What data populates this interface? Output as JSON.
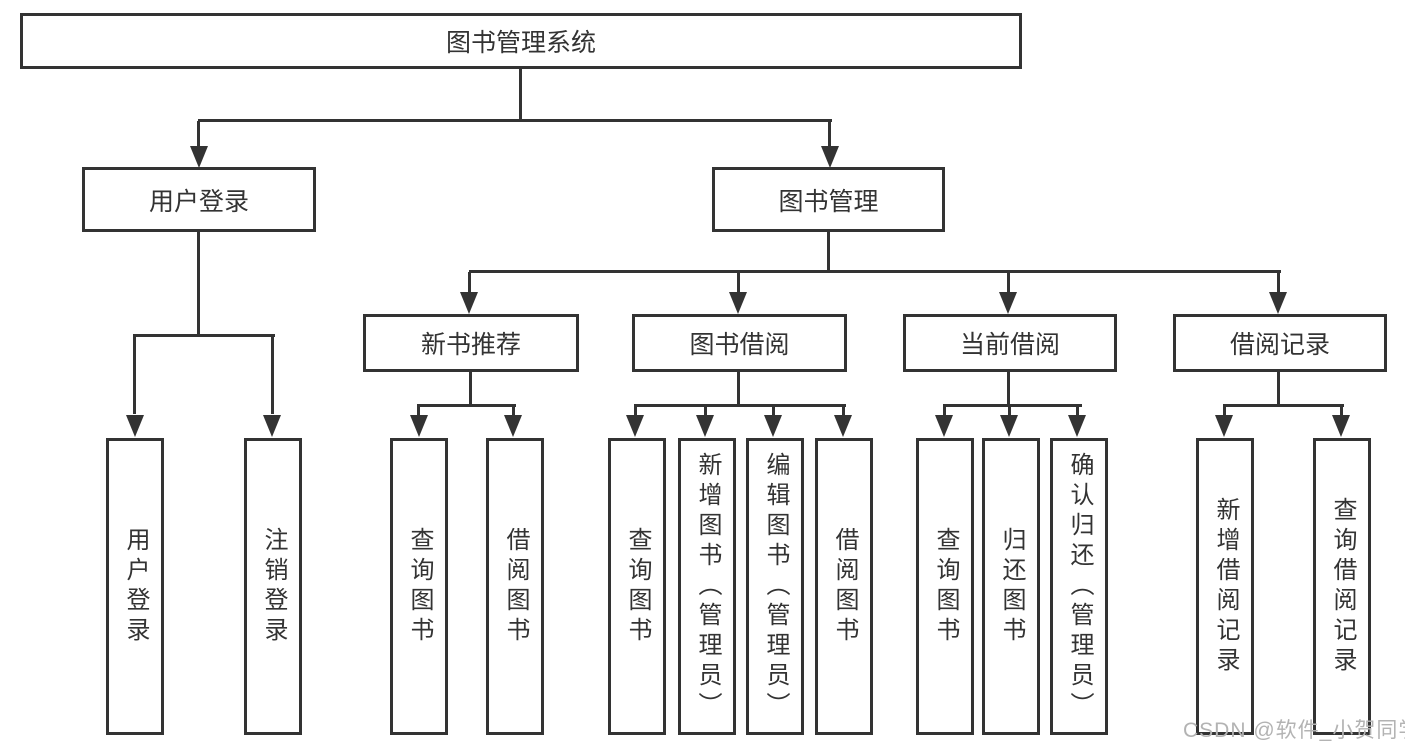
{
  "diagram": {
    "root_label": "图书管理系统",
    "branches": [
      {
        "label": "用户登录",
        "children": [
          "用户登录",
          "注销登录"
        ]
      },
      {
        "label": "图书管理",
        "groups": [
          {
            "label": "新书推荐",
            "children": [
              "查询图书",
              "借阅图书"
            ]
          },
          {
            "label": "图书借阅",
            "children": [
              "查询图书",
              "新增图书（管理员）",
              "编辑图书（管理员）",
              "借阅图书"
            ]
          },
          {
            "label": "当前借阅",
            "children": [
              "查询图书",
              "归还图书",
              "确认归还（管理员）"
            ]
          },
          {
            "label": "借阅记录",
            "children": [
              "新增借阅记录",
              "查询借阅记录"
            ]
          }
        ]
      }
    ],
    "watermark": "CSDN @软件_小贺同学",
    "colors": {
      "line": "#333333",
      "text": "#333333",
      "watermark": "#b3b3b3",
      "background": "#ffffff"
    }
  }
}
